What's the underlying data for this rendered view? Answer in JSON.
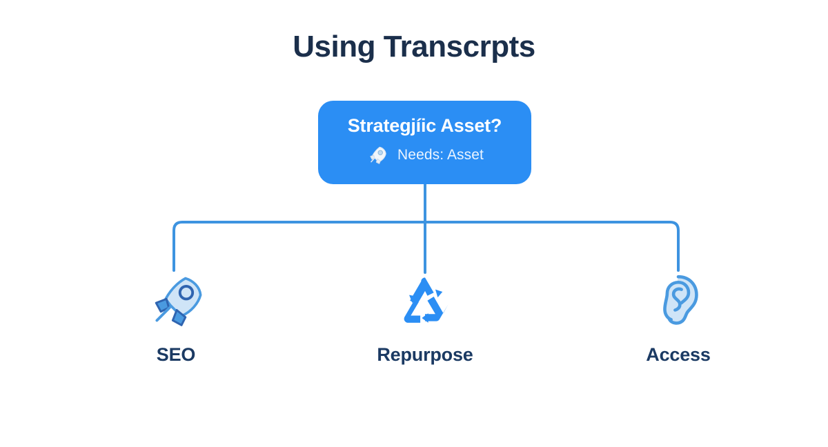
{
  "page": {
    "title": "Using Transcrpts",
    "background_color": "#ffffff",
    "title_color": "#1b2f4b"
  },
  "colors": {
    "accent_blue": "#2b8ef4",
    "connector_blue": "#3d93e0",
    "icon_fill_light": "#cfe4f7",
    "icon_outline": "#4a9ae0",
    "icon_accent_dark": "#2f64b0",
    "label_navy": "#1b3a63",
    "card_text": "#ffffff",
    "card_subtext": "#eaf4ff"
  },
  "diagram": {
    "type": "tree",
    "root": {
      "title": "Strategjíic Asset?",
      "subtitle": "Needs: Asset",
      "icon": "rocket-icon"
    },
    "children": [
      {
        "label": "SEO",
        "icon": "rocket-icon"
      },
      {
        "label": "Repurpose",
        "icon": "recycle-icon"
      },
      {
        "label": "Access",
        "icon": "ear-icon"
      }
    ]
  }
}
